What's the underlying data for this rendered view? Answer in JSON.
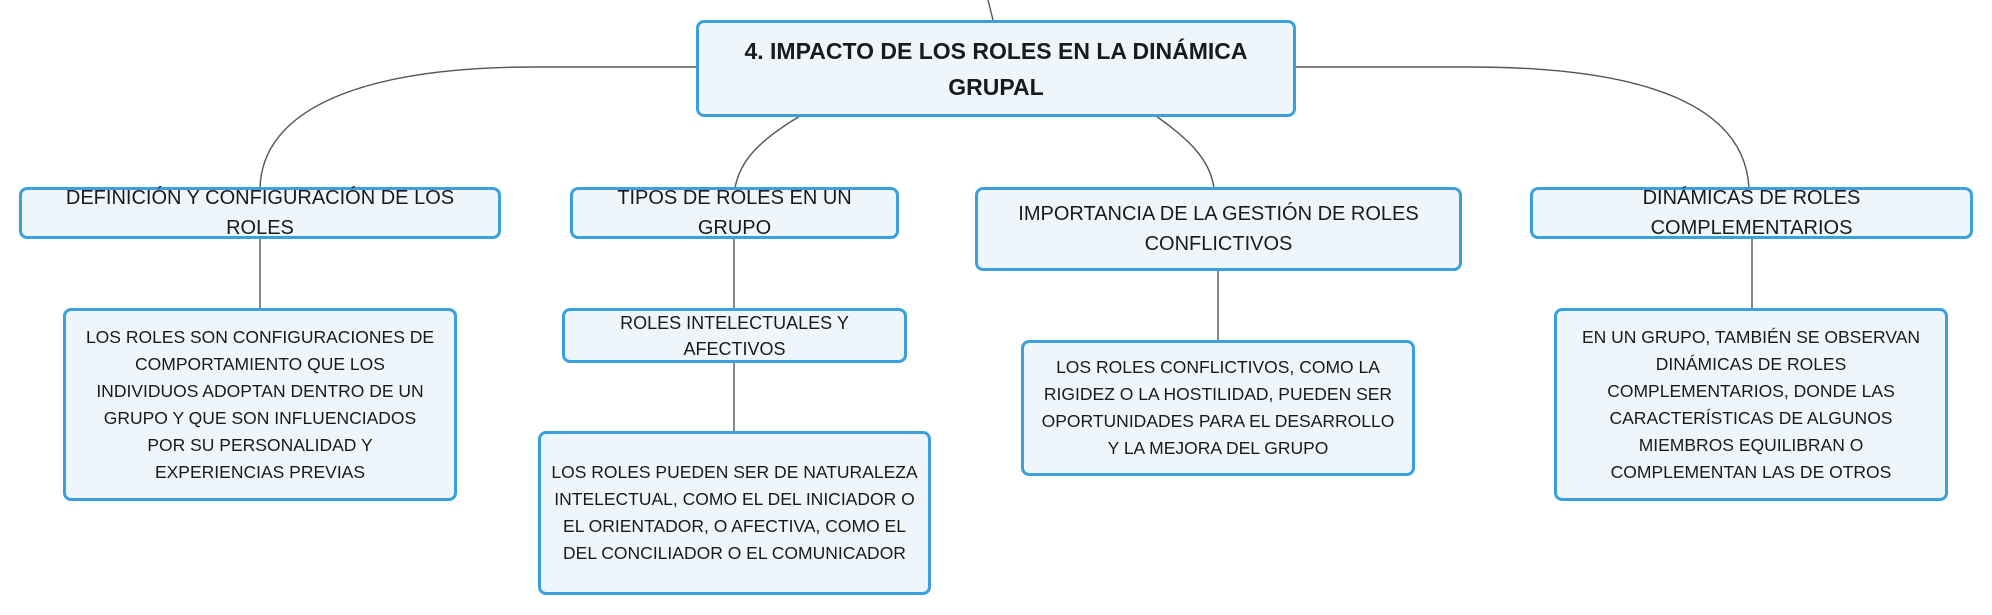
{
  "root": {
    "title": "4. IMPACTO DE LOS ROLES EN LA DINÁMICA GRUPAL"
  },
  "branches": [
    {
      "title": "DEFINICIÓN Y CONFIGURACIÓN DE LOS ROLES",
      "detail": "LOS ROLES SON CONFIGURACIONES DE COMPORTAMIENTO QUE LOS INDIVIDUOS ADOPTAN DENTRO DE UN GRUPO Y QUE SON INFLUENCIADOS POR SU PERSONALIDAD Y EXPERIENCIAS PREVIAS"
    },
    {
      "title": "TIPOS DE ROLES EN UN GRUPO",
      "subtopic": "ROLES INTELECTUALES Y AFECTIVOS",
      "detail": "LOS ROLES PUEDEN SER DE NATURALEZA INTELECTUAL, COMO EL DEL INICIADOR O EL ORIENTADOR, O AFECTIVA, COMO EL DEL CONCILIADOR O EL COMUNICADOR"
    },
    {
      "title": "IMPORTANCIA DE LA GESTIÓN DE ROLES CONFLICTIVOS",
      "detail": "LOS ROLES CONFLICTIVOS, COMO LA RIGIDEZ O LA HOSTILIDAD, PUEDEN SER OPORTUNIDADES PARA EL DESARROLLO Y LA MEJORA DEL GRUPO"
    },
    {
      "title": "DINÁMICAS DE ROLES COMPLEMENTARIOS",
      "detail": "EN UN GRUPO, TAMBIÉN SE OBSERVAN DINÁMICAS DE ROLES COMPLEMENTARIOS, DONDE LAS CARACTERÍSTICAS DE ALGUNOS MIEMBROS EQUILIBRAN O COMPLEMENTAN LAS DE OTROS"
    }
  ],
  "colors": {
    "node_fill": "#eef6fc",
    "node_border": "#3ba0de",
    "connector": "#555555",
    "text": "#1a1a1a"
  }
}
